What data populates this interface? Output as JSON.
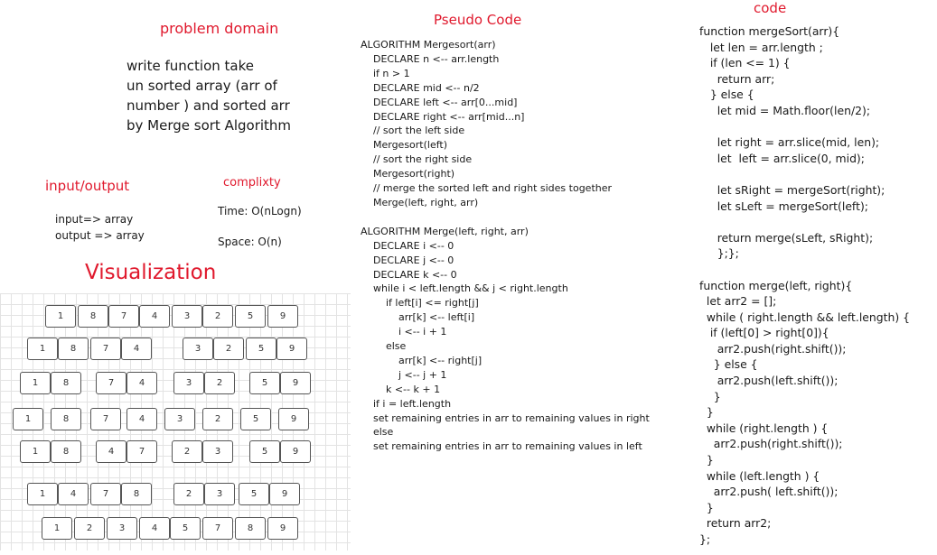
{
  "problem": {
    "heading": "problem domain",
    "lines": [
      "write function take",
      "un sorted array (arr of",
      "number ) and sorted arr",
      "by Merge sort Algorithm"
    ]
  },
  "io": {
    "heading": "input/output",
    "input": "input=> array",
    "output": "output => array"
  },
  "complexity": {
    "heading": "complixty",
    "time": "Time: O(nLogn)",
    "space": "Space: O(n)"
  },
  "visualization": {
    "heading": "Visualization",
    "rows": [
      [
        "1",
        "8",
        "7",
        "4",
        "3",
        "2",
        "5",
        "9"
      ],
      [
        "1",
        "8",
        "7",
        "4",
        "3",
        "2",
        "5",
        "9"
      ],
      [
        "1",
        "8",
        "7",
        "4",
        "3",
        "2",
        "5",
        "9"
      ],
      [
        "1",
        "8",
        "7",
        "4",
        "3",
        "2",
        "5",
        "9"
      ],
      [
        "1",
        "8",
        "4",
        "7",
        "2",
        "3",
        "5",
        "9"
      ],
      [
        "1",
        "4",
        "7",
        "8",
        "2",
        "3",
        "5",
        "9"
      ],
      [
        "1",
        "2",
        "3",
        "4",
        "5",
        "7",
        "8",
        "9"
      ]
    ]
  },
  "pseudo": {
    "heading": "Pseudo Code",
    "lines": [
      "ALGORITHM Mergesort(arr)",
      "    DECLARE n <-- arr.length",
      "    if n > 1",
      "    DECLARE mid <-- n/2",
      "    DECLARE left <-- arr[0...mid]",
      "    DECLARE right <-- arr[mid...n]",
      "    // sort the left side",
      "    Mergesort(left)",
      "    // sort the right side",
      "    Mergesort(right)",
      "    // merge the sorted left and right sides together",
      "    Merge(left, right, arr)",
      "",
      "ALGORITHM Merge(left, right, arr)",
      "    DECLARE i <-- 0",
      "    DECLARE j <-- 0",
      "    DECLARE k <-- 0",
      "    while i < left.length && j < right.length",
      "        if left[i] <= right[j]",
      "            arr[k] <-- left[i]",
      "            i <-- i + 1",
      "        else",
      "            arr[k] <-- right[j]",
      "            j <-- j + 1",
      "        k <-- k + 1",
      "    if i = left.length",
      "    set remaining entries in arr to remaining values in right",
      "    else",
      "    set remaining entries in arr to remaining values in left"
    ]
  },
  "code": {
    "heading": "code",
    "lines": [
      "function mergeSort(arr){",
      "   let len = arr.length ;",
      "   if (len <= 1) {",
      "     return arr;",
      "   } else {",
      "     let mid = Math.floor(len/2);",
      "",
      "     let right = arr.slice(mid, len);",
      "     let  left = arr.slice(0, mid);",
      "",
      "     let sRight = mergeSort(right);",
      "     let sLeft = mergeSort(left);",
      "",
      "     return merge(sLeft, sRight);",
      "     };};",
      "",
      "function merge(left, right){",
      "  let arr2 = [];",
      "  while ( right.length && left.length) {",
      "   if (left[0] > right[0]){",
      "     arr2.push(right.shift());",
      "    } else {",
      "     arr2.push(left.shift());",
      "    }",
      "  }",
      "  while (right.length ) {",
      "    arr2.push(right.shift());",
      "  }",
      "  while (left.length ) {",
      "    arr2.push( left.shift());",
      "  }",
      "  return arr2;",
      "};"
    ]
  }
}
